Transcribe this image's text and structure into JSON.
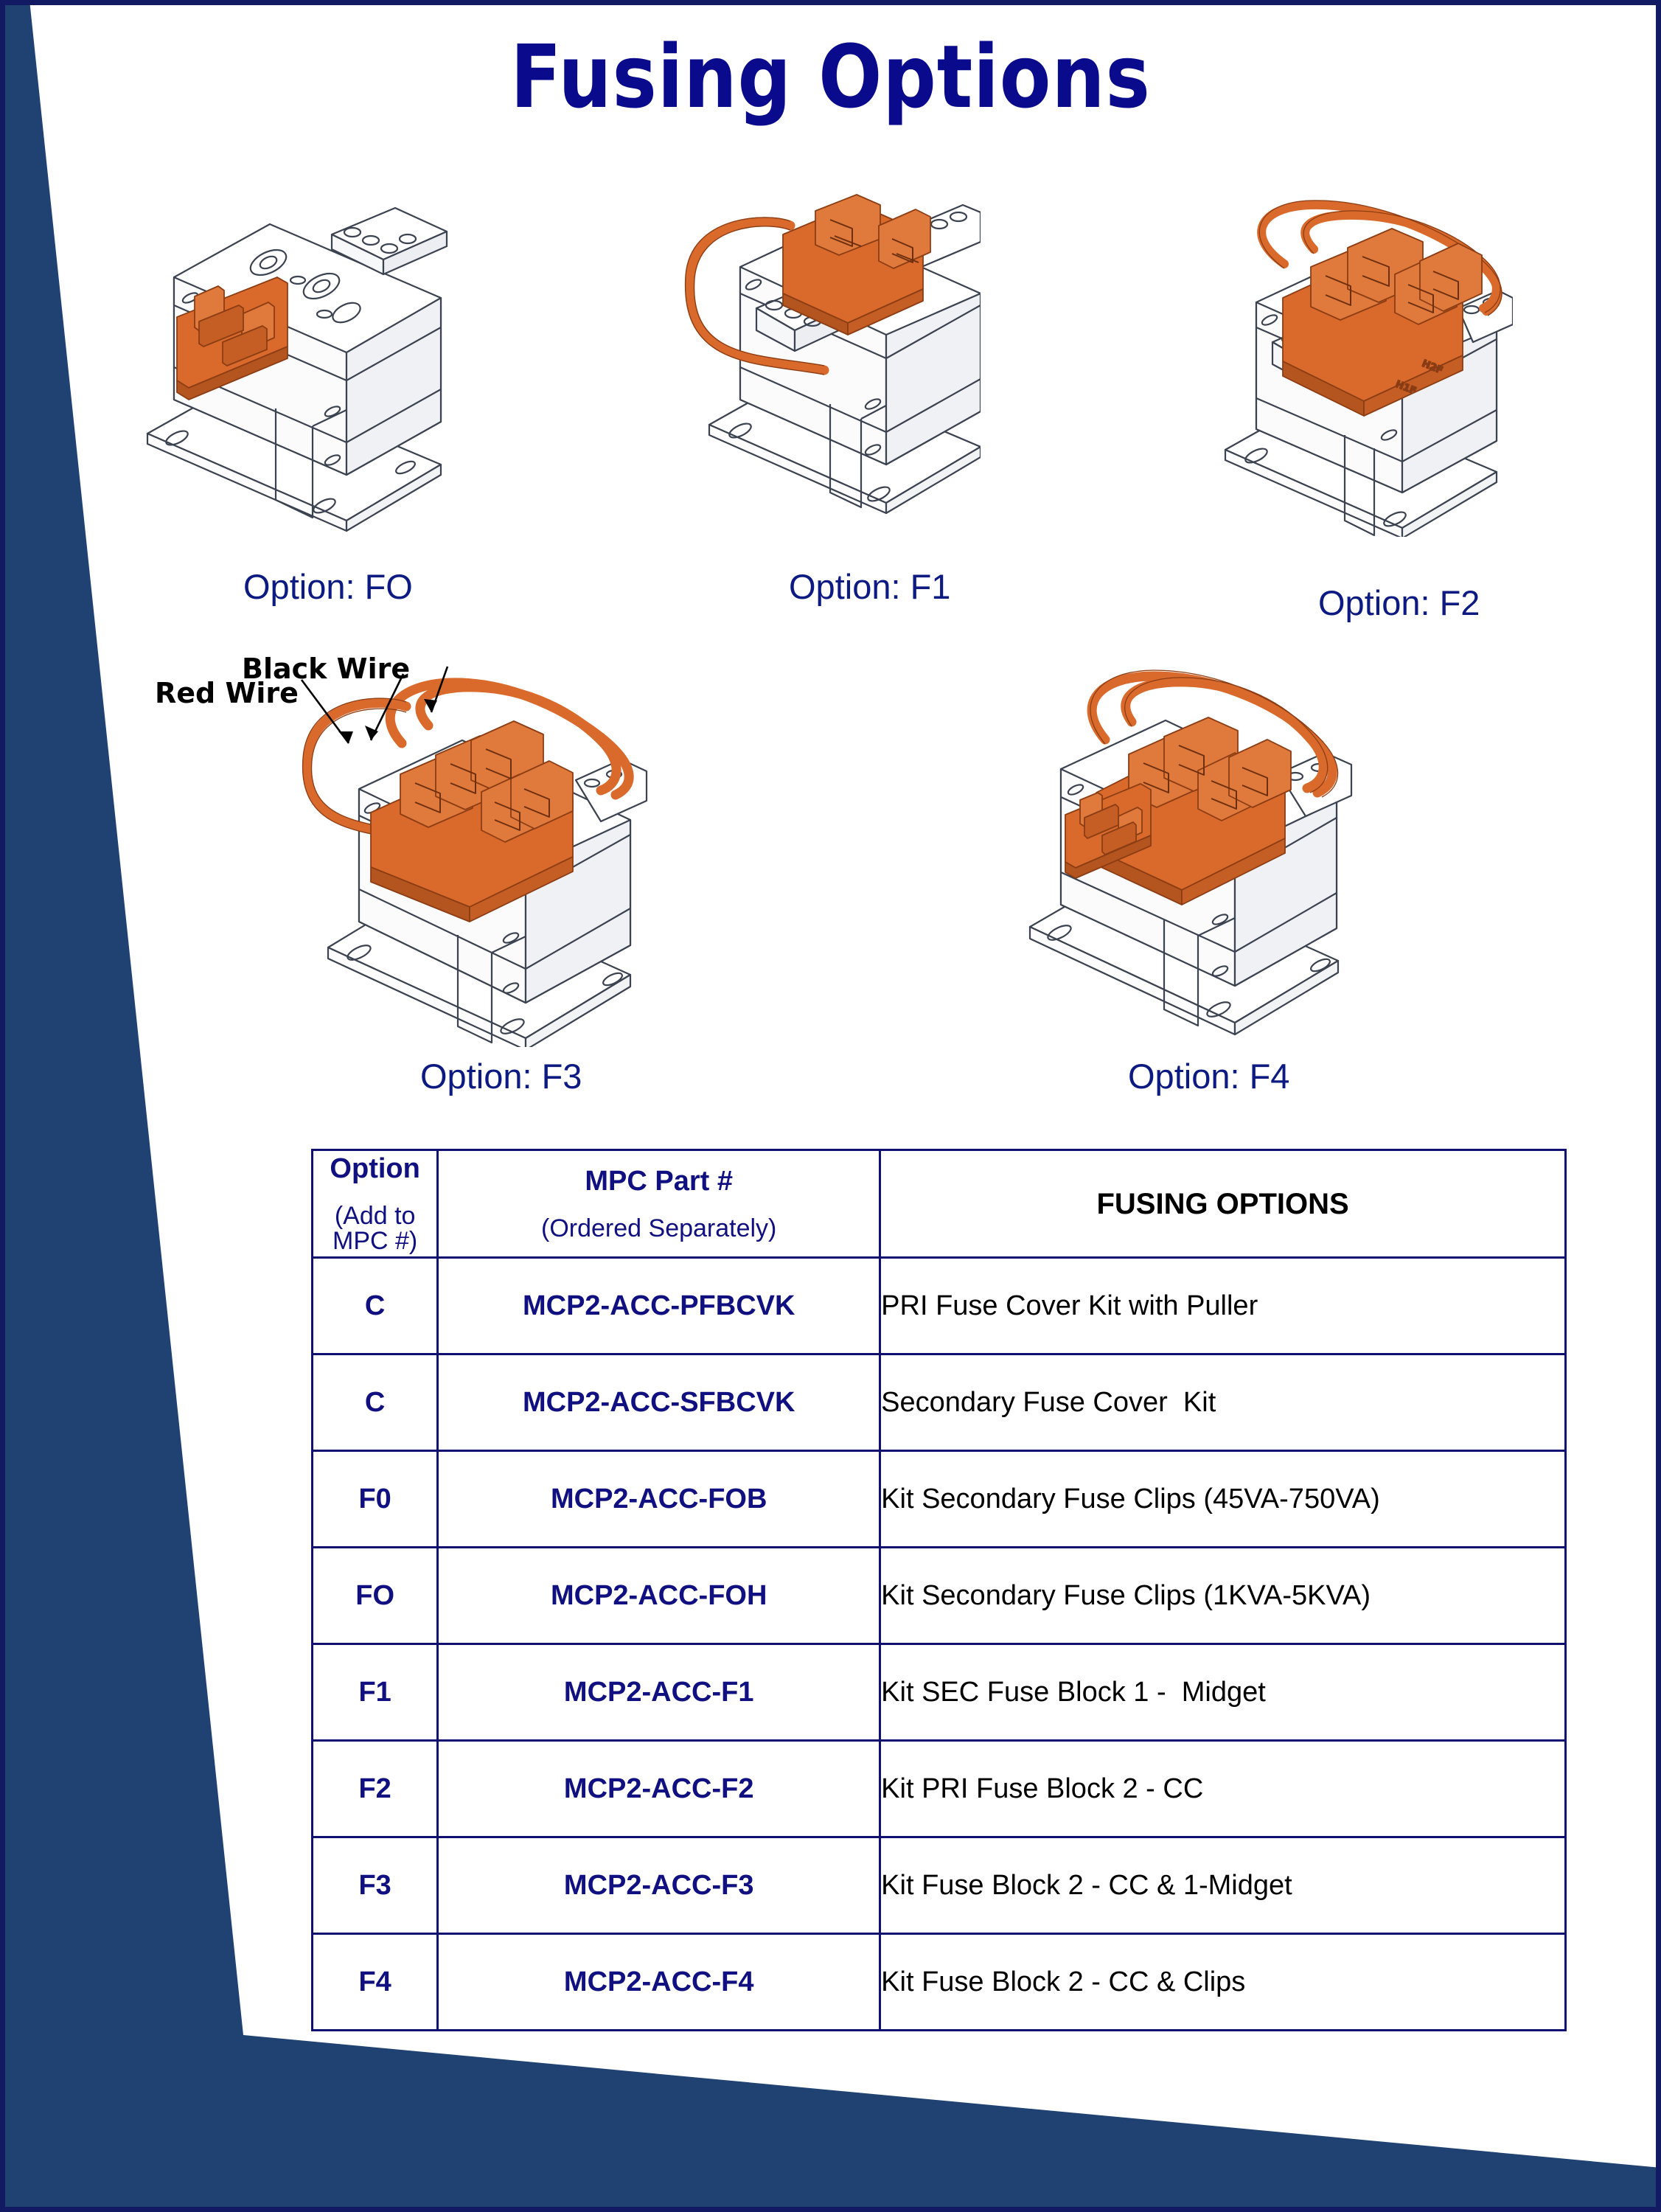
{
  "page": {
    "title": "Fusing Options",
    "accent_navy": "#0a0a8c",
    "accent_steel_blue": "#1f4272",
    "fuse_orange": "#d96a2c"
  },
  "figures": [
    {
      "id": "fo",
      "caption": "Option: FO"
    },
    {
      "id": "f1",
      "caption": "Option: F1"
    },
    {
      "id": "f2",
      "caption": "Option: F2"
    },
    {
      "id": "f3",
      "caption": "Option: F3"
    },
    {
      "id": "f4",
      "caption": "Option: F4"
    }
  ],
  "annotations": {
    "red_wire": "Red Wire",
    "black_wire": "Black Wire"
  },
  "table": {
    "headers": {
      "option_main": "Option",
      "option_sub": "(Add to MPC #)",
      "part_main": "MPC Part #",
      "part_sub": "(Ordered Separately)",
      "description": "FUSING OPTIONS"
    },
    "rows": [
      {
        "option": "C",
        "part": "MCP2-ACC-PFBCVK",
        "description": "PRI Fuse Cover Kit with Puller"
      },
      {
        "option": "C",
        "part": "MCP2-ACC-SFBCVK",
        "description": "Secondary Fuse Cover  Kit"
      },
      {
        "option": "F0",
        "part": "MCP2-ACC-FOB",
        "description": "Kit Secondary Fuse Clips (45VA-750VA)"
      },
      {
        "option": "FO",
        "part": "MCP2-ACC-FOH",
        "description": "Kit Secondary Fuse Clips (1KVA-5KVA)"
      },
      {
        "option": "F1",
        "part": "MCP2-ACC-F1",
        "description": "Kit SEC Fuse Block 1 -  Midget"
      },
      {
        "option": "F2",
        "part": "MCP2-ACC-F2",
        "description": "Kit PRI Fuse Block 2 - CC"
      },
      {
        "option": "F3",
        "part": "MCP2-ACC-F3",
        "description": "Kit Fuse Block 2 - CC & 1-Midget"
      },
      {
        "option": "F4",
        "part": "MCP2-ACC-F4",
        "description": "Kit Fuse Block 2 - CC & Clips"
      }
    ]
  }
}
